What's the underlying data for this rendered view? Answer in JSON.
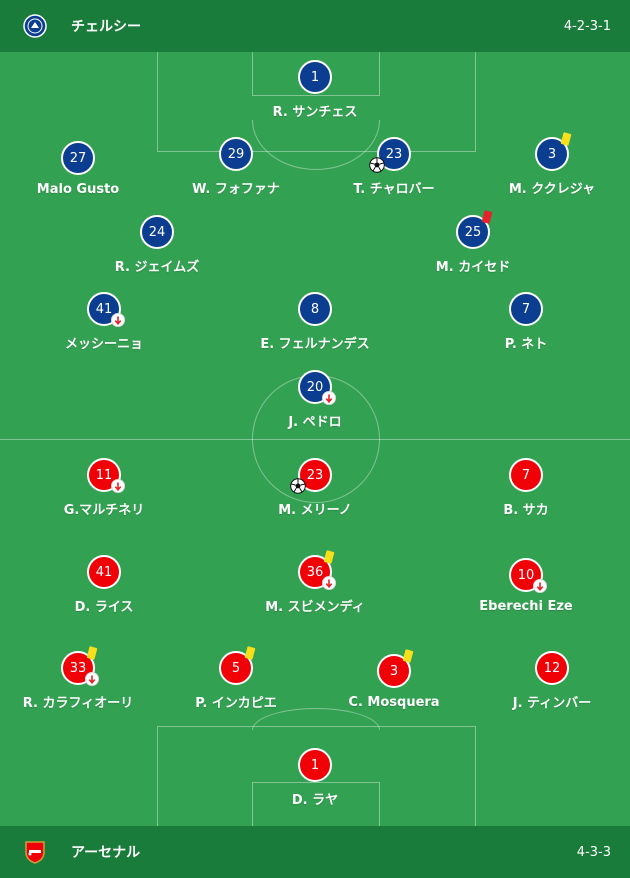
{
  "home_team": {
    "name": "チェルシー",
    "formation": "4-2-3-1",
    "crest": "chelsea-crest-icon",
    "color": "#0b3d91"
  },
  "away_team": {
    "name": "アーセナル",
    "formation": "4-3-3",
    "crest": "arsenal-crest-icon",
    "color": "#ef0107"
  },
  "colors": {
    "pitch": "#33a152",
    "bar": "#1a7c3a",
    "yellow_card": "#f7e01b",
    "red_card": "#e3242b"
  },
  "home_players": [
    {
      "number": "1",
      "name": "R. サンチェス"
    },
    {
      "number": "27",
      "name": "Malo Gusto"
    },
    {
      "number": "29",
      "name": "W. フォファナ"
    },
    {
      "number": "23",
      "name": "T. チャロバー",
      "goal": true
    },
    {
      "number": "3",
      "name": "M. ククレジャ",
      "card": "yellow"
    },
    {
      "number": "24",
      "name": "R. ジェイムズ"
    },
    {
      "number": "25",
      "name": "M. カイセド",
      "card": "red"
    },
    {
      "number": "41",
      "name": "メッシーニョ",
      "sub": true
    },
    {
      "number": "8",
      "name": "E. フェルナンデス"
    },
    {
      "number": "7",
      "name": "P. ネト"
    },
    {
      "number": "20",
      "name": "J. ペドロ",
      "sub": true
    }
  ],
  "away_players": [
    {
      "number": "11",
      "name": "G.マルチネリ",
      "sub": true
    },
    {
      "number": "23",
      "name": "M. メリーノ",
      "goal": true
    },
    {
      "number": "7",
      "name": "B. サカ"
    },
    {
      "number": "41",
      "name": "D. ライス"
    },
    {
      "number": "36",
      "name": "M. スビメンディ",
      "card": "yellow",
      "sub": true
    },
    {
      "number": "10",
      "name": "Eberechi Eze",
      "sub": true
    },
    {
      "number": "33",
      "name": "R. カラフィオーリ",
      "card": "yellow",
      "sub": true
    },
    {
      "number": "5",
      "name": "P. インカピエ",
      "card": "yellow"
    },
    {
      "number": "3",
      "name": "C. Mosquera",
      "card": "yellow"
    },
    {
      "number": "12",
      "name": "J. ティンバー"
    },
    {
      "number": "1",
      "name": "D. ラヤ"
    }
  ]
}
